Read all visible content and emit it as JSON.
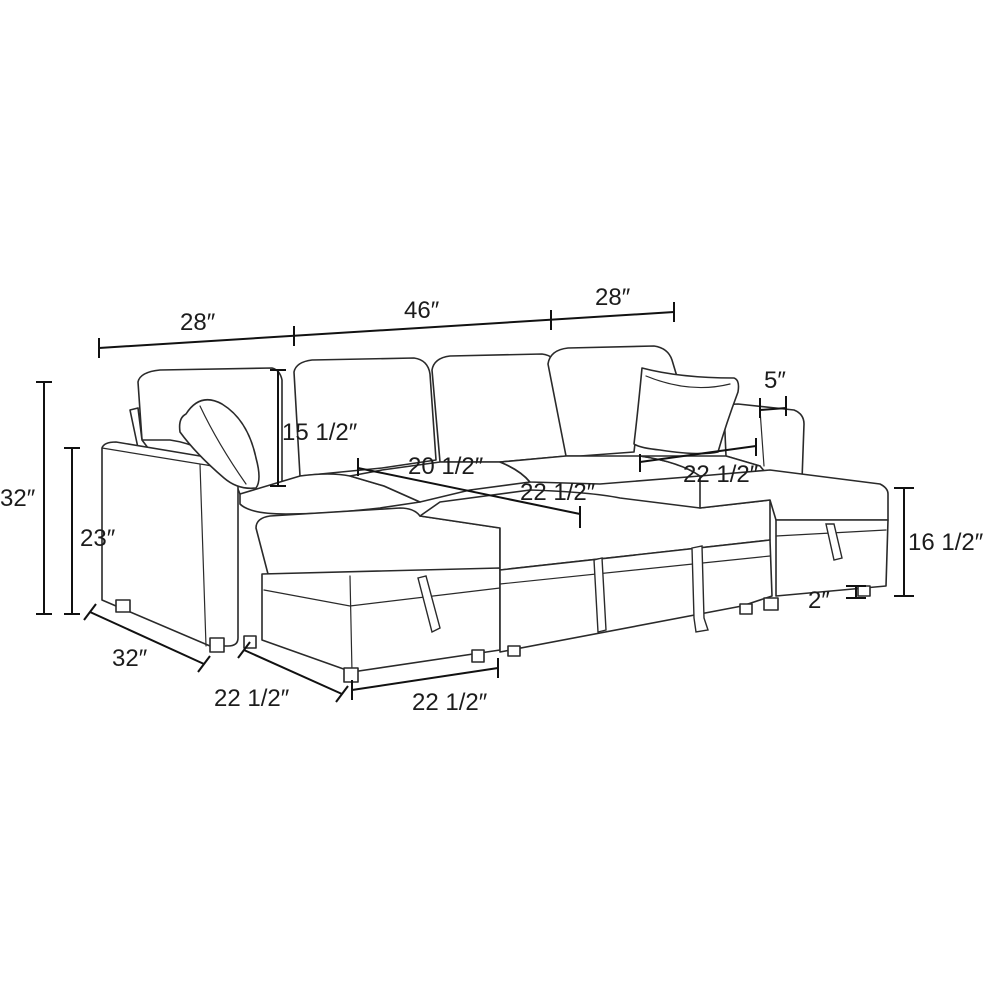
{
  "diagram": {
    "dimensions": {
      "left_chaise_width": "28″",
      "middle_width": "46″",
      "right_chaise_width": "28″",
      "arm_depth": "5″",
      "back_height": "15 1/2″",
      "total_height": "32″",
      "arm_height": "23″",
      "seat_depth_left": "20 1/2″",
      "seat_depth_middle": "22 1/2″",
      "seat_depth_right": "22 1/2″",
      "ottoman_height": "16 1/2″",
      "leg_height": "2″",
      "side_depth": "32″",
      "ottoman_depth": "22 1/2″",
      "ottoman_width": "22 1/2″"
    }
  }
}
